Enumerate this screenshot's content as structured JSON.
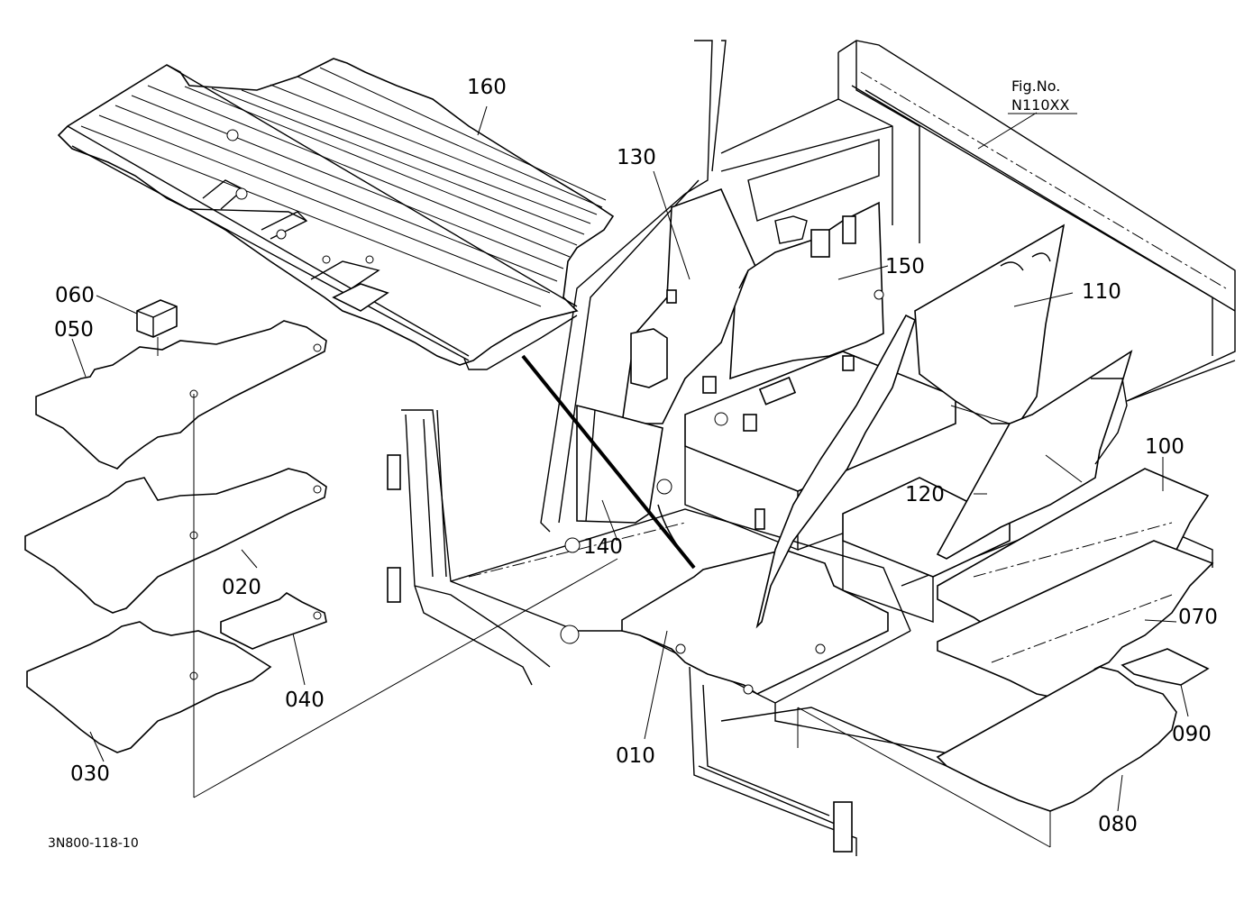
{
  "figure": {
    "fig_label": "Fig.No.",
    "fig_number": "N110XX",
    "drawing_code": "3N800-118-10"
  },
  "parts": [
    {
      "id": "p010",
      "label": "010"
    },
    {
      "id": "p020",
      "label": "020"
    },
    {
      "id": "p030",
      "label": "030"
    },
    {
      "id": "p040",
      "label": "040"
    },
    {
      "id": "p050",
      "label": "050"
    },
    {
      "id": "p060",
      "label": "060"
    },
    {
      "id": "p070",
      "label": "070"
    },
    {
      "id": "p080",
      "label": "080"
    },
    {
      "id": "p090",
      "label": "090"
    },
    {
      "id": "p100",
      "label": "100"
    },
    {
      "id": "p110",
      "label": "110"
    },
    {
      "id": "p120",
      "label": "120"
    },
    {
      "id": "p130",
      "label": "130"
    },
    {
      "id": "p140",
      "label": "140"
    },
    {
      "id": "p150",
      "label": "150"
    },
    {
      "id": "p160",
      "label": "160"
    }
  ]
}
